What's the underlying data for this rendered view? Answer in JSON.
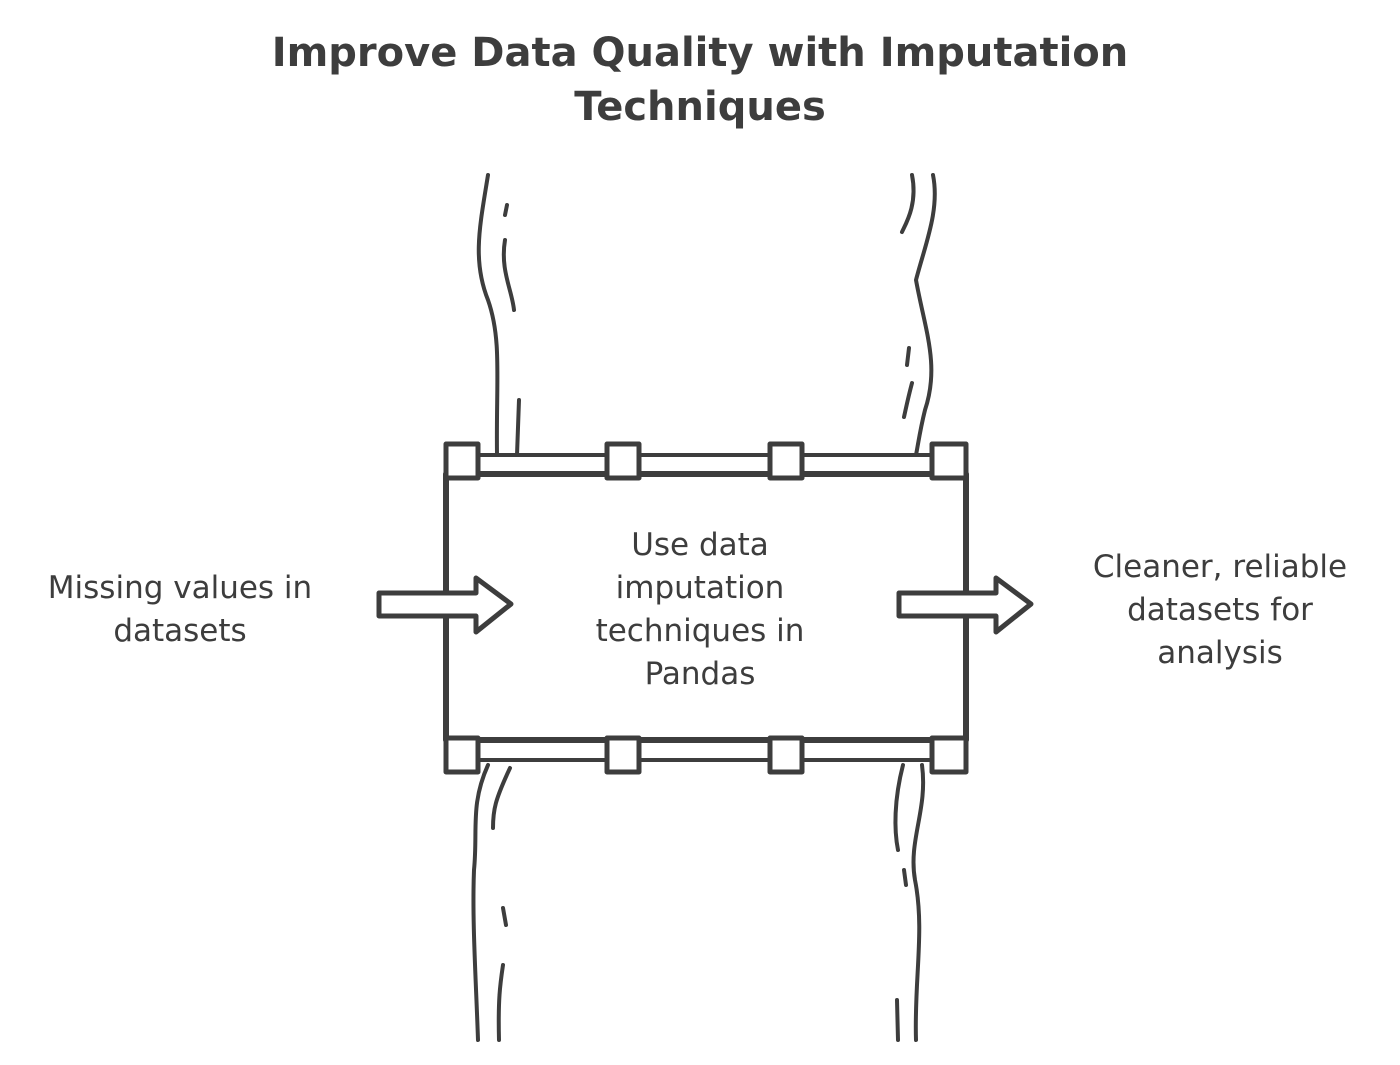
{
  "title": "Improve Data Quality with Imputation Techniques",
  "input": {
    "label": "Missing values in datasets"
  },
  "process": {
    "label": "Use data imputation techniques in Pandas"
  },
  "output": {
    "label": "Cleaner, reliable datasets for analysis"
  },
  "colors": {
    "ink": "#3d3d3d",
    "background": "#ffffff"
  }
}
